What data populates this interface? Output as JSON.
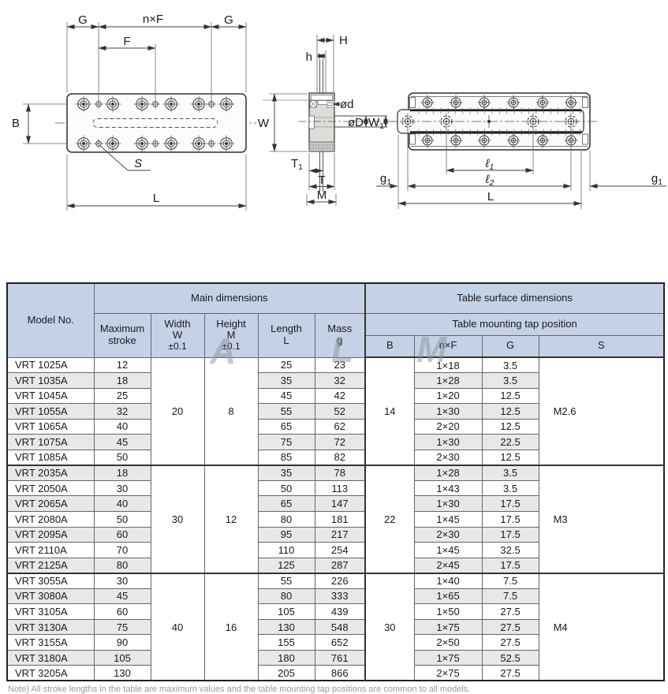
{
  "labels": {
    "G": "G",
    "nxF": "n×F",
    "F": "F",
    "B": "B",
    "S": "S",
    "L": "L",
    "H": "H",
    "h": "h",
    "W": "W",
    "od": "ød",
    "oD": "øD",
    "W1": [
      "W",
      "1"
    ],
    "T1": [
      "T",
      "1"
    ],
    "T": "T",
    "M": "M",
    "l1": [
      "ℓ",
      "1"
    ],
    "l2": [
      "ℓ",
      "2"
    ],
    "g1": [
      "g",
      "1"
    ]
  },
  "watermark": {
    "letters": [
      "A",
      "L",
      "M"
    ]
  },
  "note": {
    "text": "Note) All stroke lengths in the table are maximum values and the table mounting tap positions are common to all models."
  },
  "colors": {
    "header_bg": "#c5d1e6",
    "stripe_bg": "#e8e8e8",
    "border_dark": "#333333",
    "border_light": "#666666",
    "watermark": "#8e949c"
  },
  "table": {
    "header": {
      "model_no": "Model No.",
      "main_dimensions": "Main dimensions",
      "table_surface": "Table surface dimensions",
      "tap_position": "Table mounting tap position",
      "max_stroke": [
        "Maximum",
        "stroke"
      ],
      "width": [
        "Width",
        "W",
        "±0.1"
      ],
      "height": [
        "Height",
        "M",
        "±0.1"
      ],
      "length": [
        "Length",
        "L"
      ],
      "mass": [
        "Mass",
        "g"
      ],
      "b": "B",
      "nxf": "n×F",
      "g": "G",
      "s": "S"
    },
    "groups": [
      {
        "width": "20",
        "height": "8",
        "b": "14",
        "s": "M2.6",
        "rows": [
          {
            "model": "VRT 1025A",
            "stroke": "12",
            "length": "25",
            "mass": "23",
            "nxf": "1×18",
            "g": "3.5"
          },
          {
            "model": "VRT 1035A",
            "stroke": "18",
            "length": "35",
            "mass": "32",
            "nxf": "1×28",
            "g": "3.5"
          },
          {
            "model": "VRT 1045A",
            "stroke": "25",
            "length": "45",
            "mass": "42",
            "nxf": "1×20",
            "g": "12.5"
          },
          {
            "model": "VRT 1055A",
            "stroke": "32",
            "length": "55",
            "mass": "52",
            "nxf": "1×30",
            "g": "12.5"
          },
          {
            "model": "VRT 1065A",
            "stroke": "40",
            "length": "65",
            "mass": "62",
            "nxf": "2×20",
            "g": "12.5"
          },
          {
            "model": "VRT 1075A",
            "stroke": "45",
            "length": "75",
            "mass": "72",
            "nxf": "1×30",
            "g": "22.5"
          },
          {
            "model": "VRT 1085A",
            "stroke": "50",
            "length": "85",
            "mass": "82",
            "nxf": "2×30",
            "g": "12.5"
          }
        ]
      },
      {
        "width": "30",
        "height": "12",
        "b": "22",
        "s": "M3",
        "rows": [
          {
            "model": "VRT 2035A",
            "stroke": "18",
            "length": "35",
            "mass": "78",
            "nxf": "1×28",
            "g": "3.5"
          },
          {
            "model": "VRT 2050A",
            "stroke": "30",
            "length": "50",
            "mass": "113",
            "nxf": "1×43",
            "g": "3.5"
          },
          {
            "model": "VRT 2065A",
            "stroke": "40",
            "length": "65",
            "mass": "147",
            "nxf": "1×30",
            "g": "17.5"
          },
          {
            "model": "VRT 2080A",
            "stroke": "50",
            "length": "80",
            "mass": "181",
            "nxf": "1×45",
            "g": "17.5"
          },
          {
            "model": "VRT 2095A",
            "stroke": "60",
            "length": "95",
            "mass": "217",
            "nxf": "2×30",
            "g": "17.5"
          },
          {
            "model": "VRT 2110A",
            "stroke": "70",
            "length": "110",
            "mass": "254",
            "nxf": "1×45",
            "g": "32.5"
          },
          {
            "model": "VRT 2125A",
            "stroke": "80",
            "length": "125",
            "mass": "287",
            "nxf": "2×45",
            "g": "17.5"
          }
        ]
      },
      {
        "width": "40",
        "height": "16",
        "b": "30",
        "s": "M4",
        "rows": [
          {
            "model": "VRT 3055A",
            "stroke": "30",
            "length": "55",
            "mass": "226",
            "nxf": "1×40",
            "g": "7.5"
          },
          {
            "model": "VRT 3080A",
            "stroke": "45",
            "length": "80",
            "mass": "333",
            "nxf": "1×65",
            "g": "7.5"
          },
          {
            "model": "VRT 3105A",
            "stroke": "60",
            "length": "105",
            "mass": "439",
            "nxf": "1×50",
            "g": "27.5"
          },
          {
            "model": "VRT 3130A",
            "stroke": "75",
            "length": "130",
            "mass": "548",
            "nxf": "1×75",
            "g": "27.5"
          },
          {
            "model": "VRT 3155A",
            "stroke": "90",
            "length": "155",
            "mass": "652",
            "nxf": "2×50",
            "g": "27.5"
          },
          {
            "model": "VRT 3180A",
            "stroke": "105",
            "length": "180",
            "mass": "761",
            "nxf": "1×75",
            "g": "52.5"
          },
          {
            "model": "VRT 3205A",
            "stroke": "130",
            "length": "205",
            "mass": "866",
            "nxf": "2×75",
            "g": "27.5"
          }
        ]
      }
    ]
  }
}
